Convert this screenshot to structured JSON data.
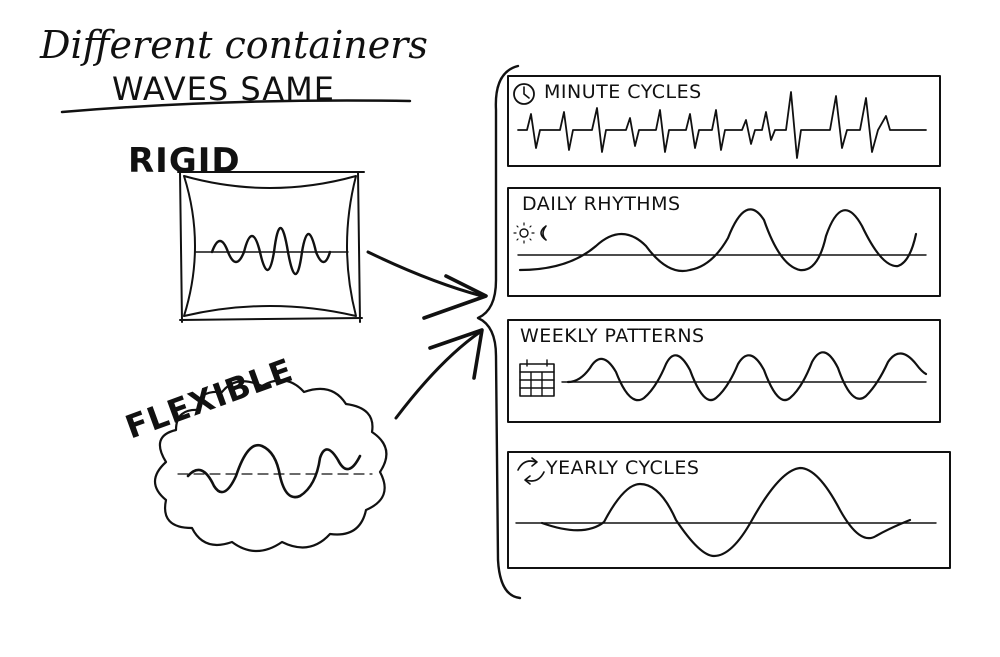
{
  "title": {
    "line1": "Different containers",
    "line2": "WAVES SAME"
  },
  "containers": {
    "rigid": {
      "label": "RIGID"
    },
    "flexible": {
      "label": "FLEXIBLE"
    }
  },
  "panels": [
    {
      "title": "MINUTE CYCLES",
      "icon": "clock-icon"
    },
    {
      "title": "DAILY RHYTHMS",
      "icon": "sun-moon-icon"
    },
    {
      "title": "WEEKLY PATTERNS",
      "icon": "calendar-icon"
    },
    {
      "title": "YEARLY  CYCLES",
      "icon": "cycle-arrows-icon"
    }
  ]
}
